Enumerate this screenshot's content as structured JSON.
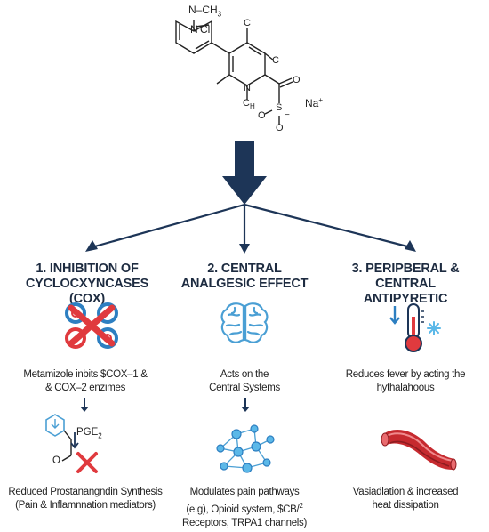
{
  "molecule": {
    "label_nme": "N–CH",
    "label_nme_sub": "3",
    "label_ncl": "N",
    "label_cl": "Cl",
    "label_c1": "C",
    "label_c2": "C",
    "label_n2": "N",
    "label_ch": "C",
    "label_ch_h": "H",
    "label_s": "S",
    "label_o1": "O",
    "label_o2": "O",
    "label_o3": "O",
    "label_o_minus": "−",
    "label_na": "Na",
    "label_na_sup": "+"
  },
  "columns": [
    {
      "heading_line1": "1. INHIBITION OF",
      "heading_line2": "CYCLOCXYNCASES (COX)",
      "desc_line1": "Metamizole inbits $COX–1 &",
      "desc_line2": "& COX–2 enzimes",
      "pge_label": "PGE",
      "pge_sub": "2",
      "o_label": "O",
      "result_line1": "Reduced Prostanangndin Synthesis",
      "result_line2": "(Pain & Inflamnnation mediators)"
    },
    {
      "heading_line1": "2. CENTRAL",
      "heading_line2": "ANALGESIC EFFECT",
      "desc_line1": "Acts on the",
      "desc_line2": "Central Systems",
      "result_line1": "Modulates pain pathways",
      "result_line2": "(e.g), Opioid system, $CB/",
      "result_line2_sup": "2",
      "result_line3": "Receptors, TRPA1 channels)"
    },
    {
      "heading_line1": "3. PERIPBERAL & CENTRAL",
      "heading_line2": "ANTIPYRETIC",
      "desc_line1": "Reduces fever by acting the",
      "desc_line2": "hythalahoous",
      "result_line1": "Vasiadlation & increased",
      "result_line2": "heat dissipation"
    }
  ],
  "colors": {
    "navy": "#1d3557",
    "red": "#e03a3e",
    "blue": "#2d7fc1",
    "light_blue": "#5bb8e8"
  }
}
